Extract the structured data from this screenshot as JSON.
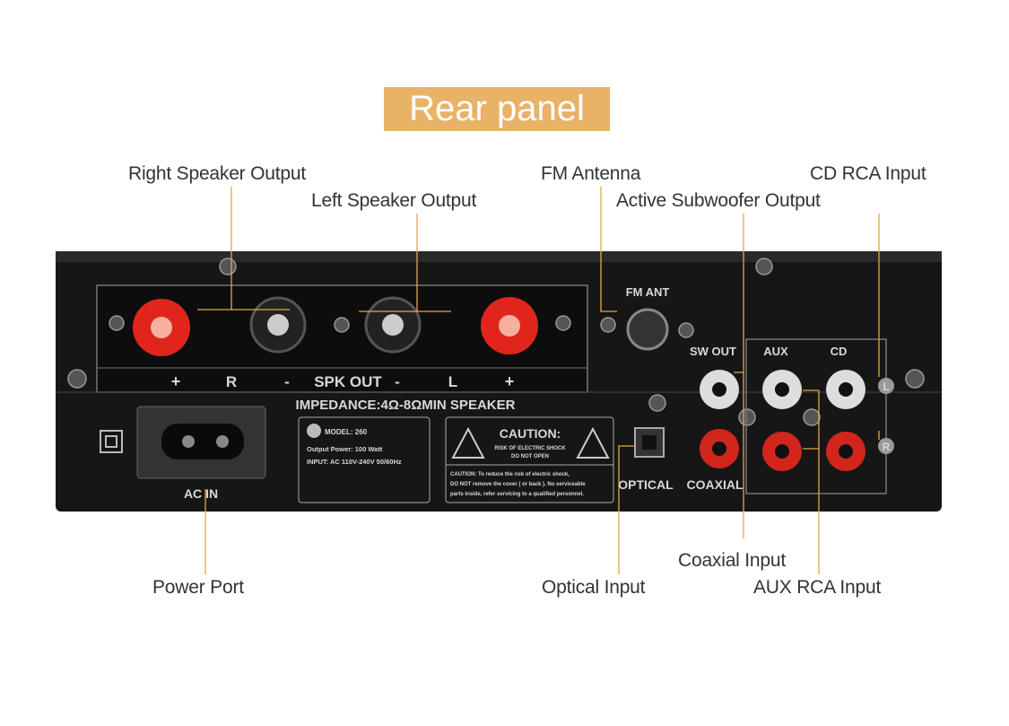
{
  "title": "Rear panel",
  "callouts": {
    "right_speaker_output": "Right Speaker Output",
    "left_speaker_output": "Left Speaker Output",
    "fm_antenna": "FM Antenna",
    "active_subwoofer_output": "Active Subwoofer Output",
    "cd_rca_input": "CD RCA Input",
    "power_port": "Power Port",
    "optical_input": "Optical Input",
    "coaxial_input": "Coaxial Input",
    "aux_rca_input": "AUX RCA Input"
  },
  "panel": {
    "plus": "+",
    "r": "R",
    "minus": "-",
    "spk_out": "SPK OUT",
    "l": "L",
    "impedance": "IMPEDANCE:4Ω-8ΩMIN SPEAKER",
    "fm_ant": "FM ANT",
    "sw_out": "SW OUT",
    "aux": "AUX",
    "cd": "CD",
    "ac_in": "AC IN",
    "optical": "OPTICAL",
    "coaxial": "COAXIAL",
    "side_l": "L",
    "side_r": "R",
    "model": "MODEL: 260",
    "output_power": "Output Power: 100 Watt",
    "input": "INPUT: AC 110V-240V 50/60Hz",
    "caution_title": "CAUTION:",
    "caution_sub1": "RISK OF ELECTRIC SHOCK",
    "caution_sub2": "DO NOT OPEN",
    "caution_body1": "CAUTION: To reduce the risk of electric shock,",
    "caution_body2": "DO NOT remove the cover ( or back ). No serviceable",
    "caution_body3": "parts inside, refer servicing to a qualified personnel."
  },
  "colors": {
    "accent": "#e8b267",
    "leader_line": "#e0a84a",
    "body": "#151515",
    "red_terminal": "#e0261c"
  }
}
